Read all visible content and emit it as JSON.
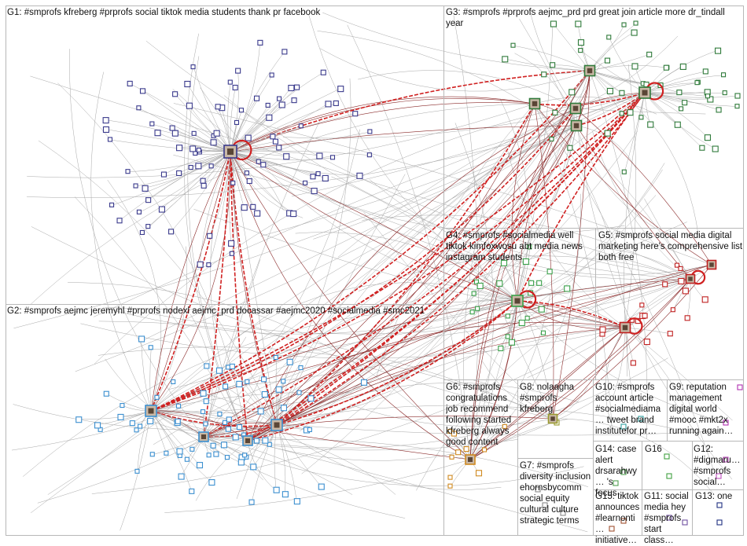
{
  "groups": [
    {
      "id": "G1",
      "label": "G1: #smprofs kfreberg #prprofs social tiktok media students thank pr facebook",
      "accent": "#3a3a8c"
    },
    {
      "id": "G2",
      "label": "G2: #smprofs aejmc jeremyhl #prprofs nodexl aejmc_prd docassar #aejmc2020 #socialmedia #smc2021",
      "accent": "#3b8fd0"
    },
    {
      "id": "G3",
      "label": "G3: #smprofs #prprofs aejmc_prd prd great join article more dr_tindall year",
      "accent": "#2f7a3a"
    },
    {
      "id": "G4",
      "label": "G4: #smprofs #socialmedia well tiktok kimfoxwosu abt media news instagram students",
      "accent": "#3aa04a"
    },
    {
      "id": "G5",
      "label": "G5: #smprofs social media digital marketing here's comprehensive list both free",
      "accent": "#c02020"
    },
    {
      "id": "G6",
      "label": "G6: #smprofs congratulations job recommend following started kfreberg always good content",
      "accent": "#d08a20"
    },
    {
      "id": "G7",
      "label": "G7: #smprofs diversity inclusion ehornsbycomm social equity cultural culture strategic terms",
      "accent": "#888888"
    },
    {
      "id": "G8",
      "label": "G8: nolaagha #smprofs kfreberg",
      "accent": "#9a9a30"
    },
    {
      "id": "G9",
      "label": "G9: reputation management digital world #mooc #mkt2x running again…",
      "accent": "#b030b0"
    },
    {
      "id": "G10",
      "label": "G10: #smprofs account article #socialmediama… tweet brand institutefor pr…",
      "accent": "#30a0a0"
    },
    {
      "id": "G11",
      "label": "G11: social media hey #smprofs start class…",
      "accent": "#7050a0"
    },
    {
      "id": "G12",
      "label": "G12: #digmaru… #smprofs social…",
      "accent": "#c050c0"
    },
    {
      "id": "G13",
      "label": "G13: one",
      "accent": "#203080"
    },
    {
      "id": "G14",
      "label": "G14: case alert drsarahwy… 's focus…",
      "accent": "#50a050"
    },
    {
      "id": "G15",
      "label": "G15: tiktok announces #learnonti… initiative…",
      "accent": "#a05030"
    },
    {
      "id": "G16",
      "label": "G16",
      "accent": "#40a040"
    }
  ],
  "colors": {
    "frame": "#b8b8b8",
    "edge_light": "#a8a8a8",
    "edge_strong": "#8a2a2a",
    "edge_red": "#d02020"
  }
}
